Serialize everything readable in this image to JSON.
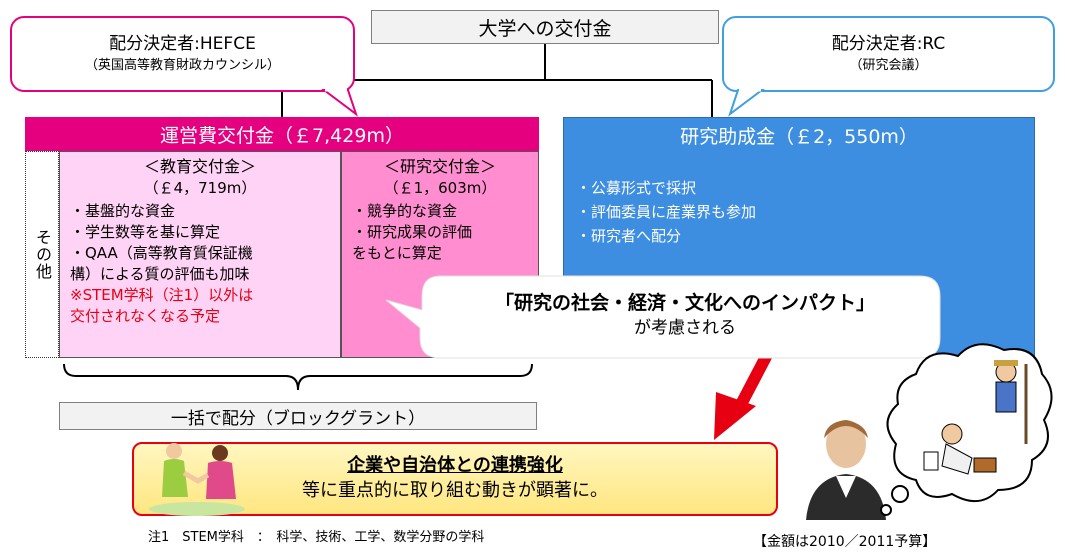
{
  "top_box": {
    "label": "大学への交付金"
  },
  "hefce": {
    "title": "配分決定者:HEFCE",
    "subtitle": "（英国高等教育財政カウンシル）"
  },
  "rc": {
    "title": "配分決定者:RC",
    "subtitle": "（研究会議）"
  },
  "ops_grant": {
    "header": "運営費交付金（￡7,429m）",
    "other_label": "その他",
    "education": {
      "title": "＜教育交付金＞",
      "amount": "（￡4，719m）",
      "items": [
        "・基盤的な資金",
        "・学生数等を基に算定",
        "・QAA（高等教育質保証機",
        "構）による質の評価も加味"
      ],
      "note_lines": [
        "※STEM学科（注1）以外は",
        "交付されなくなる予定"
      ]
    },
    "research": {
      "title": "＜研究交付金＞",
      "amount": "（￡1，603m）",
      "items": [
        "・競争的な資金",
        "・研究成果の評価",
        "をもとに算定"
      ]
    }
  },
  "research_grant": {
    "header": "研究助成金（￡2，550m）",
    "items": [
      "・公募形式で採択",
      "・評価委員に産業界も参加",
      "・研究者へ配分"
    ]
  },
  "bubble": {
    "line1": "「研究の社会・経済・文化へのインパクト」",
    "line2": "が考慮される"
  },
  "block_grant": {
    "label": "一括で配分（ブロックグラント）"
  },
  "bottom": {
    "line1": "企業や自治体との連携強化",
    "line2": "等に重点的に取り組む動きが顕著に。"
  },
  "footnote": "注1　STEM学科　：　科学、技術、工学、数学分野の学科",
  "budget_note": "【金額は2010／2011予算】",
  "colors": {
    "pink": "#e5007f",
    "light_pink": "#ffd3f5",
    "mid_pink": "#ff8dcf",
    "blue": "#3d8ee0",
    "red": "#e60012"
  }
}
